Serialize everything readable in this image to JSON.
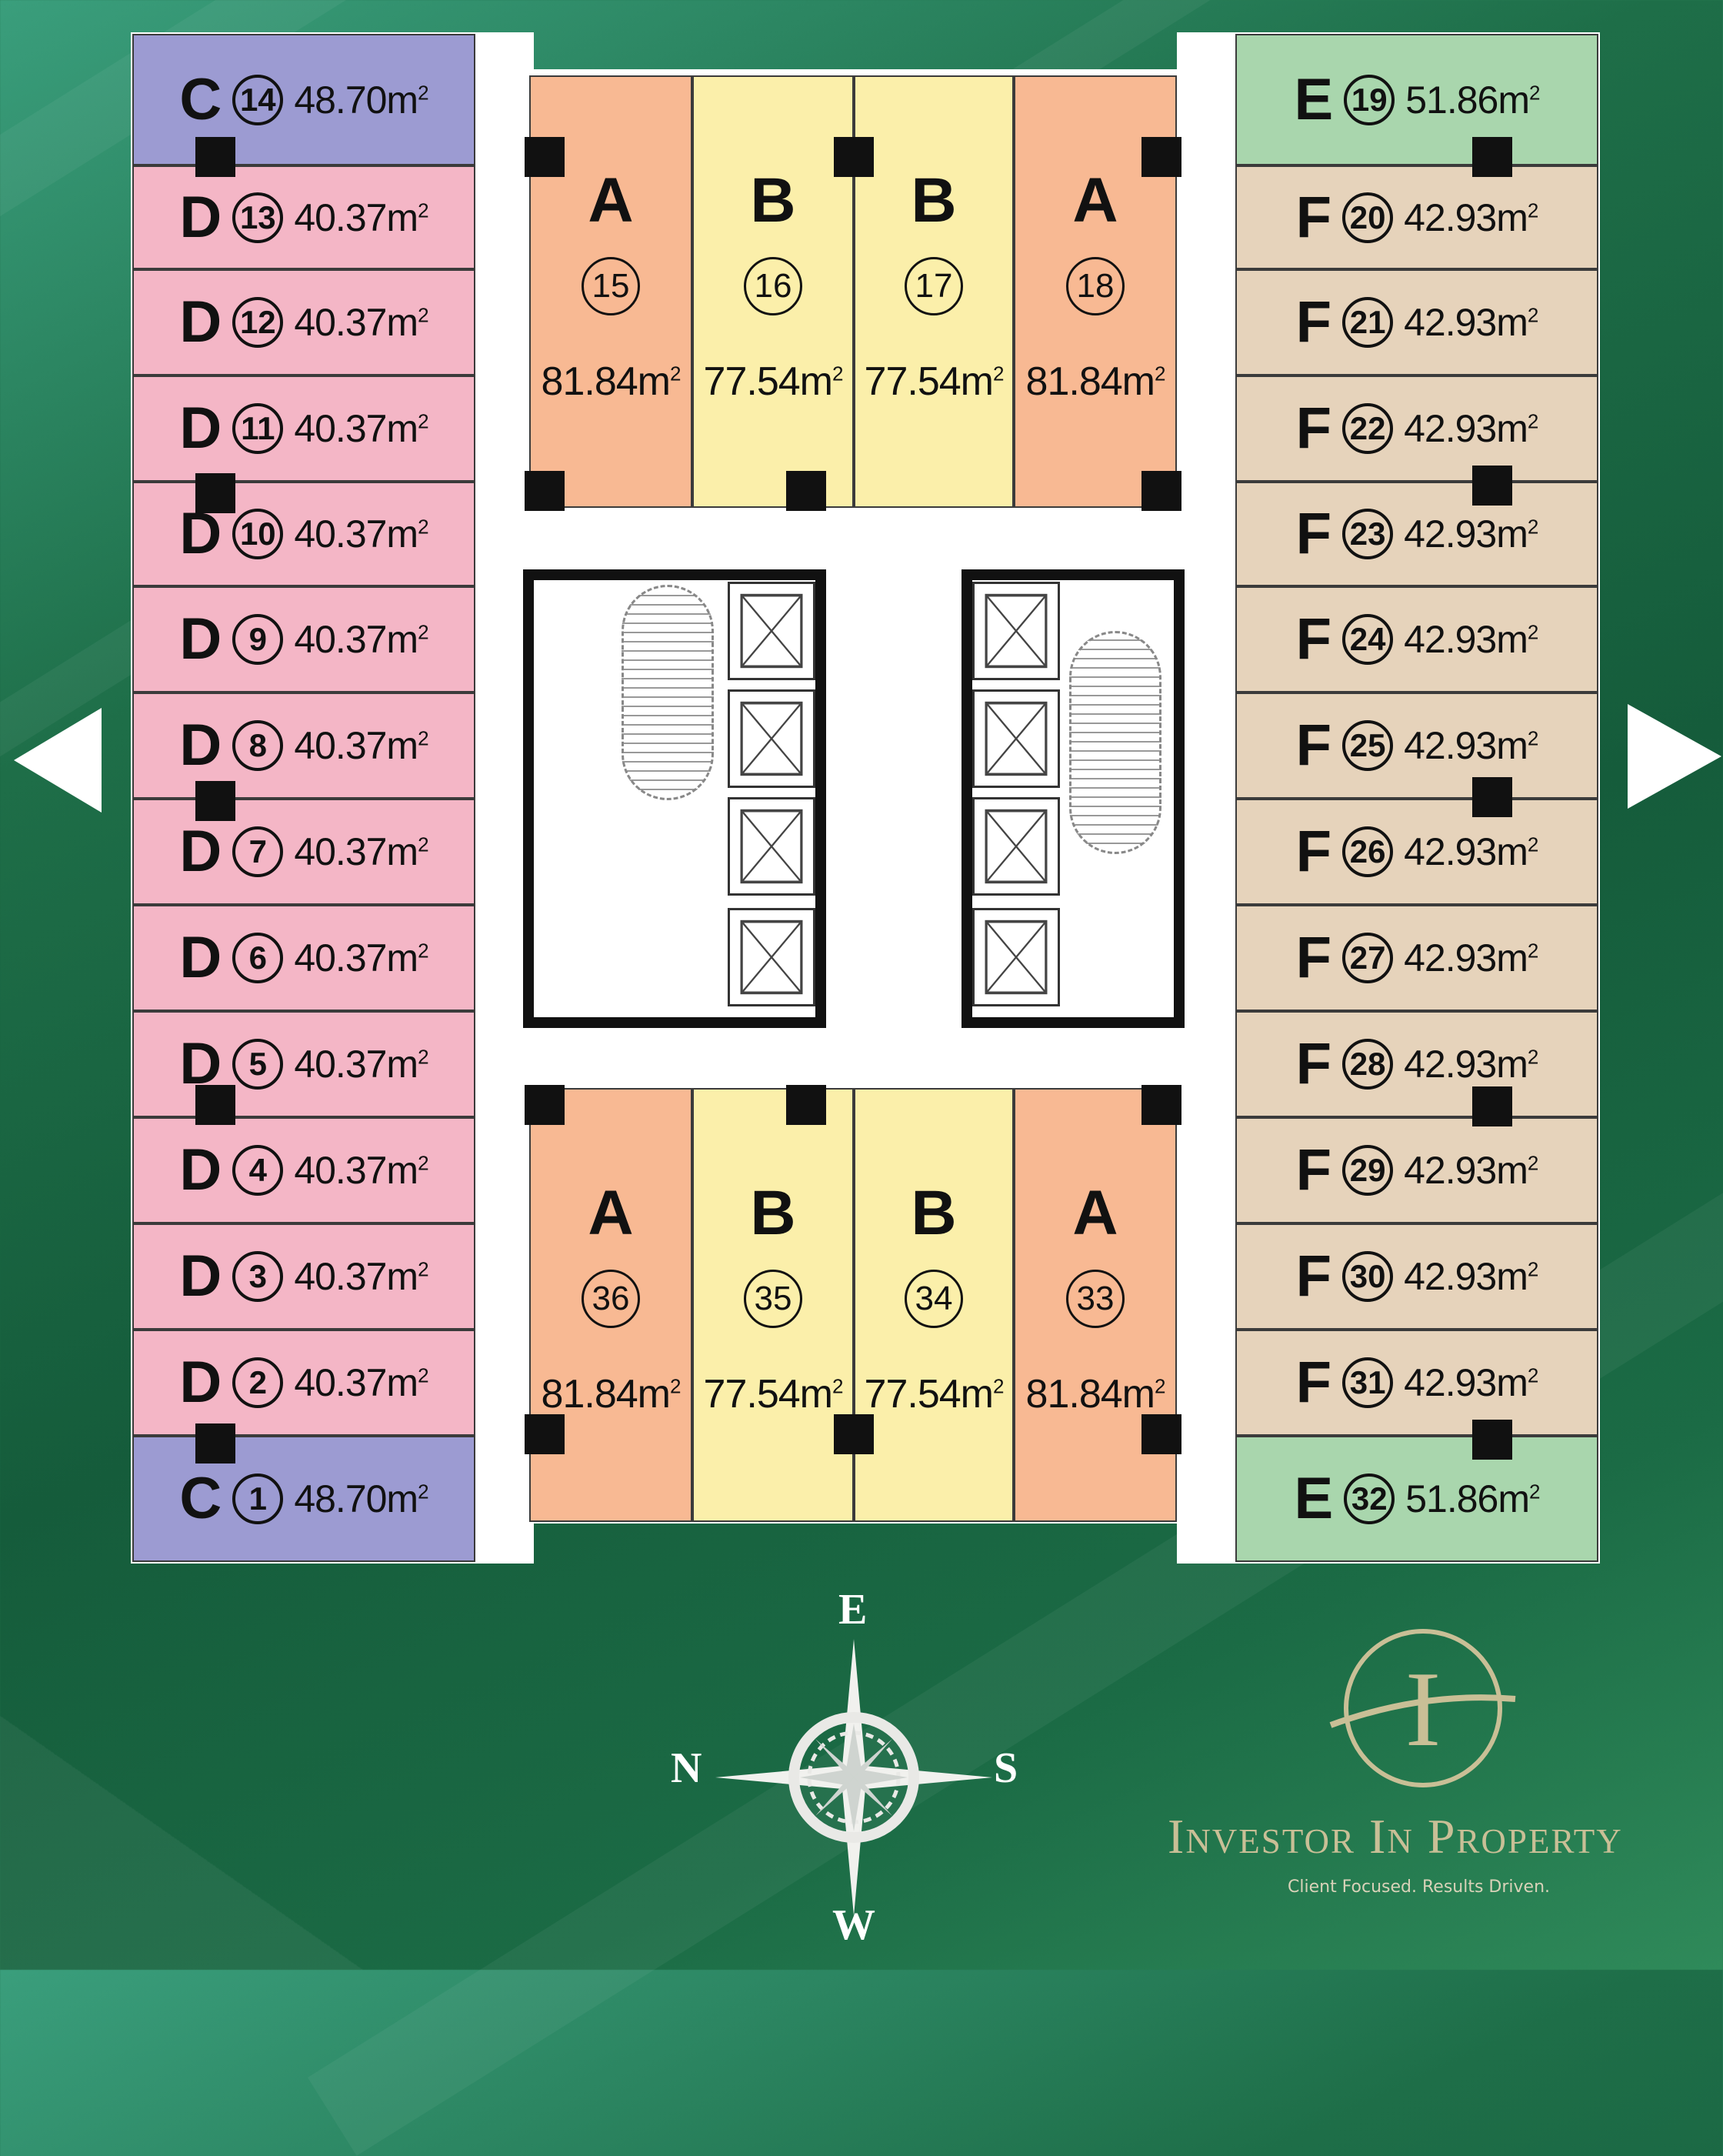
{
  "navigation": {
    "prev_icon": "triangle-left",
    "next_icon": "triangle-right"
  },
  "left_column": [
    {
      "type": "C",
      "no": "14",
      "area": "48.70m",
      "color": "#9c9bd2"
    },
    {
      "type": "D",
      "no": "13",
      "area": "40.37m",
      "color": "#f4b6c6"
    },
    {
      "type": "D",
      "no": "12",
      "area": "40.37m",
      "color": "#f4b6c6"
    },
    {
      "type": "D",
      "no": "11",
      "area": "40.37m",
      "color": "#f4b6c6"
    },
    {
      "type": "D",
      "no": "10",
      "area": "40.37m",
      "color": "#f4b6c6"
    },
    {
      "type": "D",
      "no": "9",
      "area": "40.37m",
      "color": "#f4b6c6"
    },
    {
      "type": "D",
      "no": "8",
      "area": "40.37m",
      "color": "#f4b6c6"
    },
    {
      "type": "D",
      "no": "7",
      "area": "40.37m",
      "color": "#f4b6c6"
    },
    {
      "type": "D",
      "no": "6",
      "area": "40.37m",
      "color": "#f4b6c6"
    },
    {
      "type": "D",
      "no": "5",
      "area": "40.37m",
      "color": "#f4b6c6"
    },
    {
      "type": "D",
      "no": "4",
      "area": "40.37m",
      "color": "#f4b6c6"
    },
    {
      "type": "D",
      "no": "3",
      "area": "40.37m",
      "color": "#f4b6c6"
    },
    {
      "type": "D",
      "no": "2",
      "area": "40.37m",
      "color": "#f4b6c6"
    },
    {
      "type": "C",
      "no": "1",
      "area": "48.70m",
      "color": "#9c9bd2"
    }
  ],
  "right_column": [
    {
      "type": "E",
      "no": "19",
      "area": "51.86m",
      "color": "#a9d6ad"
    },
    {
      "type": "F",
      "no": "20",
      "area": "42.93m",
      "color": "#e6d3bb"
    },
    {
      "type": "F",
      "no": "21",
      "area": "42.93m",
      "color": "#e6d3bb"
    },
    {
      "type": "F",
      "no": "22",
      "area": "42.93m",
      "color": "#e6d3bb"
    },
    {
      "type": "F",
      "no": "23",
      "area": "42.93m",
      "color": "#e6d3bb"
    },
    {
      "type": "F",
      "no": "24",
      "area": "42.93m",
      "color": "#e6d3bb"
    },
    {
      "type": "F",
      "no": "25",
      "area": "42.93m",
      "color": "#e6d3bb"
    },
    {
      "type": "F",
      "no": "26",
      "area": "42.93m",
      "color": "#e6d3bb"
    },
    {
      "type": "F",
      "no": "27",
      "area": "42.93m",
      "color": "#e6d3bb"
    },
    {
      "type": "F",
      "no": "28",
      "area": "42.93m",
      "color": "#e6d3bb"
    },
    {
      "type": "F",
      "no": "29",
      "area": "42.93m",
      "color": "#e6d3bb"
    },
    {
      "type": "F",
      "no": "30",
      "area": "42.93m",
      "color": "#e6d3bb"
    },
    {
      "type": "F",
      "no": "31",
      "area": "42.93m",
      "color": "#e6d3bb"
    },
    {
      "type": "E",
      "no": "32",
      "area": "51.86m",
      "color": "#a9d6ad"
    }
  ],
  "top_block": [
    {
      "type": "A",
      "no": "15",
      "area": "81.84m",
      "color": "#f8b993"
    },
    {
      "type": "B",
      "no": "16",
      "area": "77.54m",
      "color": "#fbefaa"
    },
    {
      "type": "B",
      "no": "17",
      "area": "77.54m",
      "color": "#fbefaa"
    },
    {
      "type": "A",
      "no": "18",
      "area": "81.84m",
      "color": "#f8b993"
    }
  ],
  "bottom_block": [
    {
      "type": "A",
      "no": "36",
      "area": "81.84m",
      "color": "#f8b993"
    },
    {
      "type": "B",
      "no": "35",
      "area": "77.54m",
      "color": "#fbefaa"
    },
    {
      "type": "B",
      "no": "34",
      "area": "77.54m",
      "color": "#fbefaa"
    },
    {
      "type": "A",
      "no": "33",
      "area": "81.84m",
      "color": "#f8b993"
    }
  ],
  "area_superscript": "2",
  "compass": {
    "top": "E",
    "left": "N",
    "right": "S",
    "bottom": "W"
  },
  "brand": {
    "monogram": "I",
    "name": "Investor In Property",
    "tagline": "Client Focused. Results Driven."
  }
}
